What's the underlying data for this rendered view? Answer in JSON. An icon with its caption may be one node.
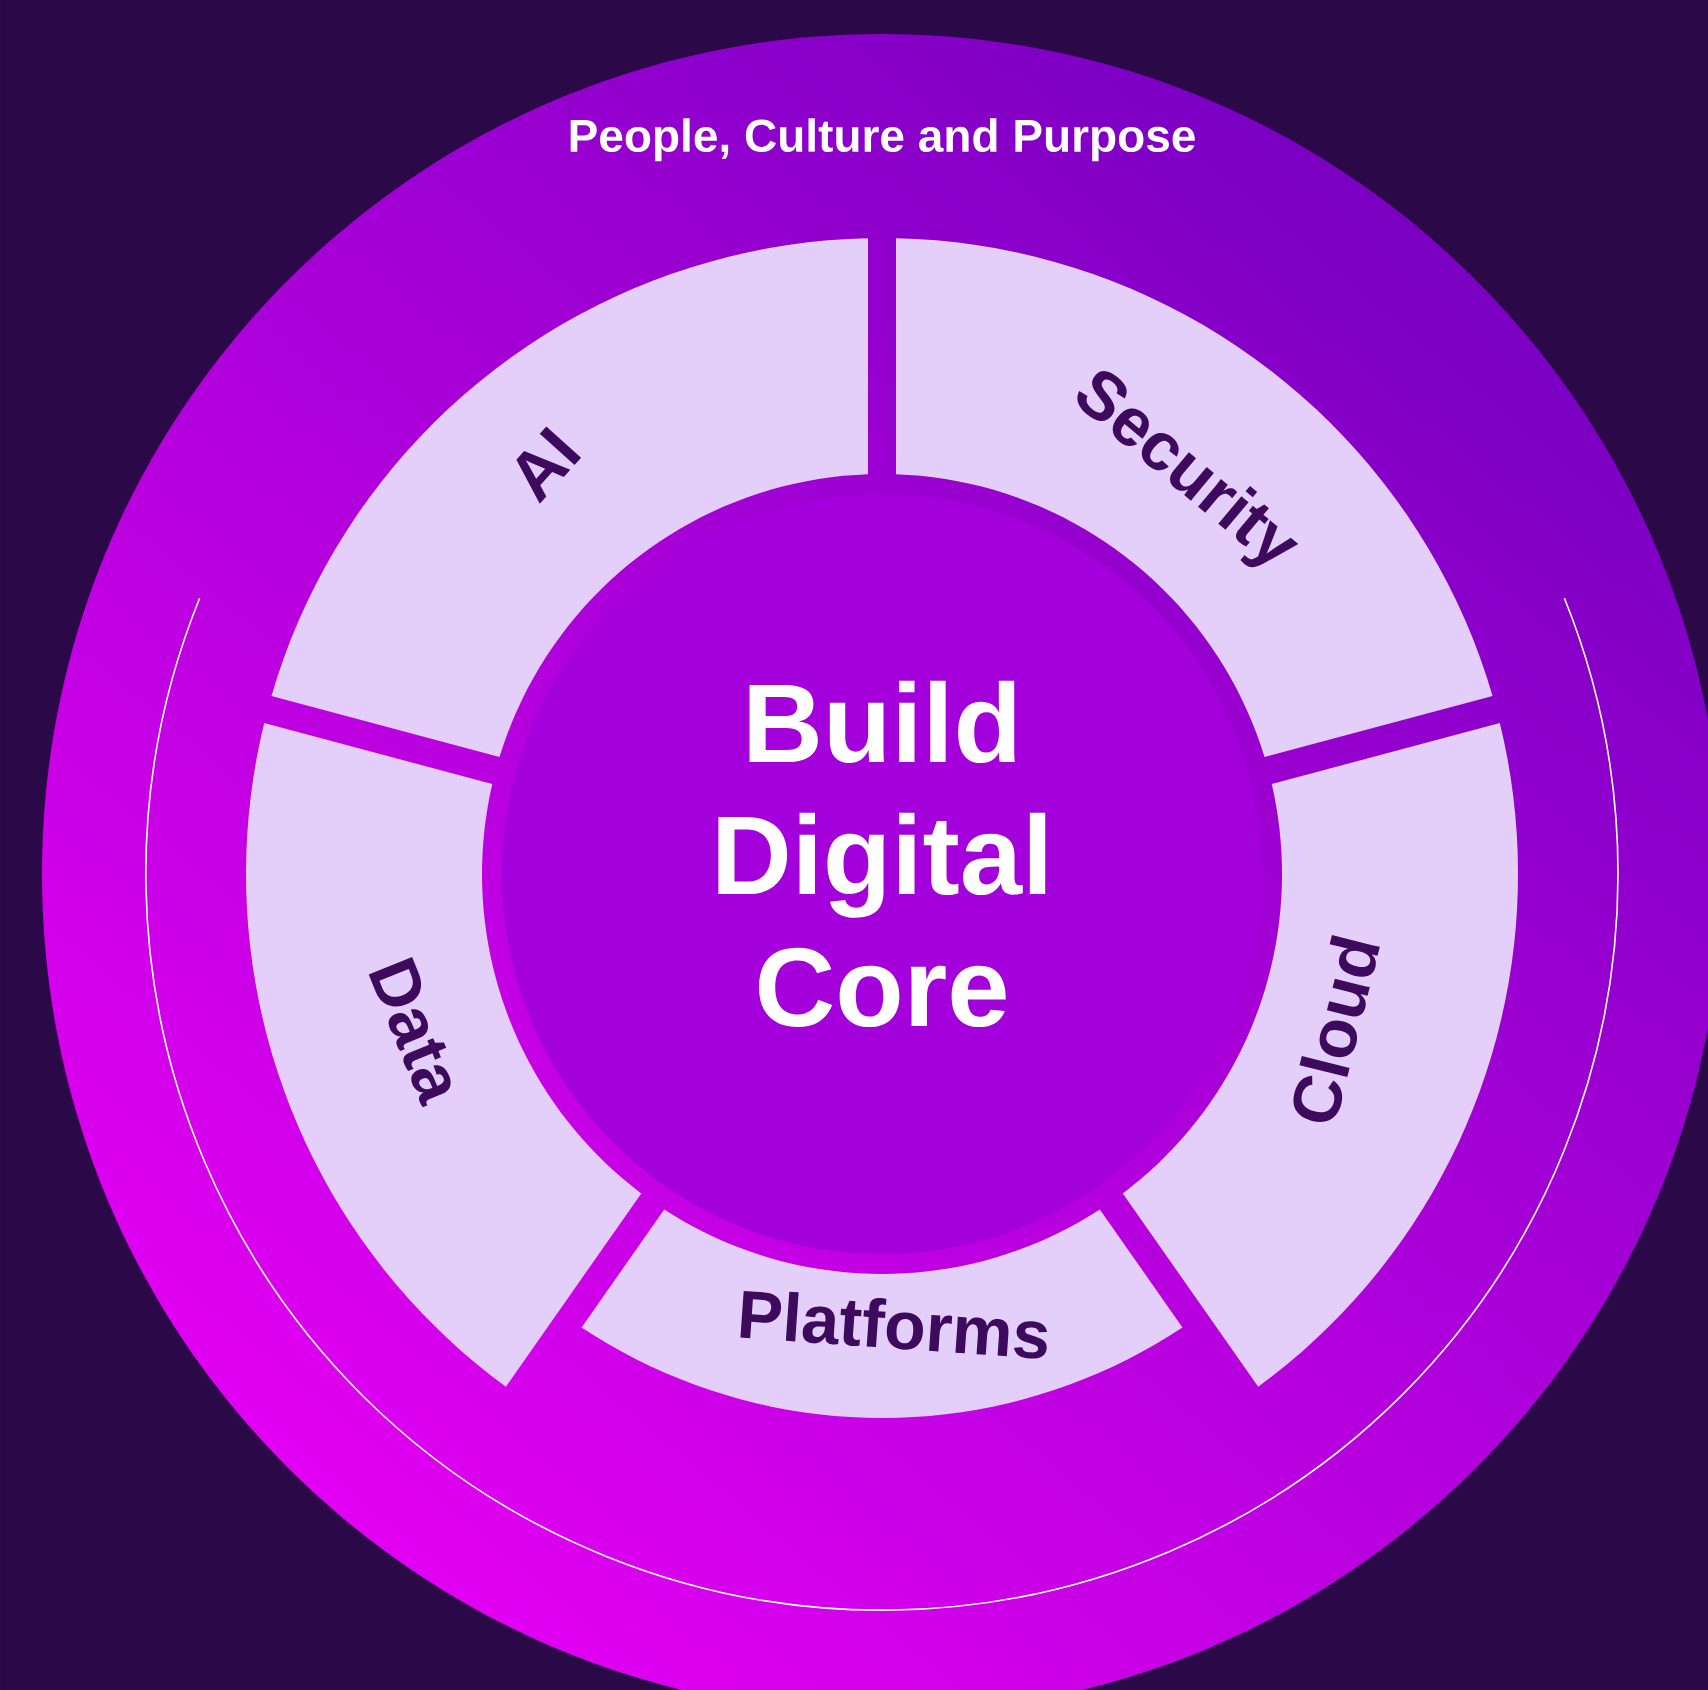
{
  "diagram": {
    "nodes": [
      {
        "text": [
          "People, Culture and Purpose"
        ]
      },
      {
        "text": [
          "AI"
        ],
        "in": 0
      },
      {
        "text": [
          "Security"
        ],
        "in": 0
      },
      {
        "text": [
          "Data"
        ],
        "in": 0
      },
      {
        "text": [
          "Cloud"
        ],
        "in": 0
      },
      {
        "text": [
          "Platforms"
        ],
        "in": 0
      },
      {
        "text": [
          "Build Digital Core"
        ],
        "in": 0
      }
    ]
  }
}
